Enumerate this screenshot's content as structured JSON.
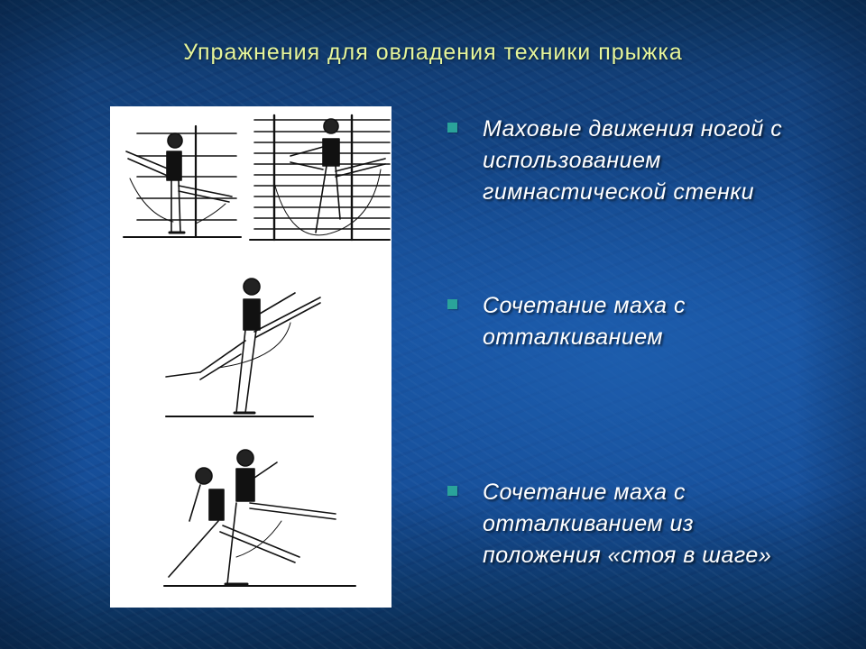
{
  "slide": {
    "title": "Упражнения для овладения техники прыжка",
    "colors": {
      "background": "#1752a0",
      "title": "#e6f59a",
      "bullet_marker": "#2aa39a",
      "bullet_text": "#ffffff",
      "figure_panel": "#ffffff"
    },
    "figure": {
      "description": "Line-drawing illustrations of leg-swing jump exercises",
      "panels": [
        {
          "label": "leg swings at gymnastic wall (front)"
        },
        {
          "label": "leg swings at gymnastic wall (side)"
        },
        {
          "label": "swing combined with push-off"
        },
        {
          "label": "swing with push-off from step stance"
        }
      ]
    },
    "bullets": [
      {
        "text": "Маховые движения ногой с использованием гимнастической стенки"
      },
      {
        "text": "Сочетание маха с отталкиванием"
      },
      {
        "text": "Сочетание маха с отталкиванием из положения «стоя в шаге»"
      }
    ]
  }
}
